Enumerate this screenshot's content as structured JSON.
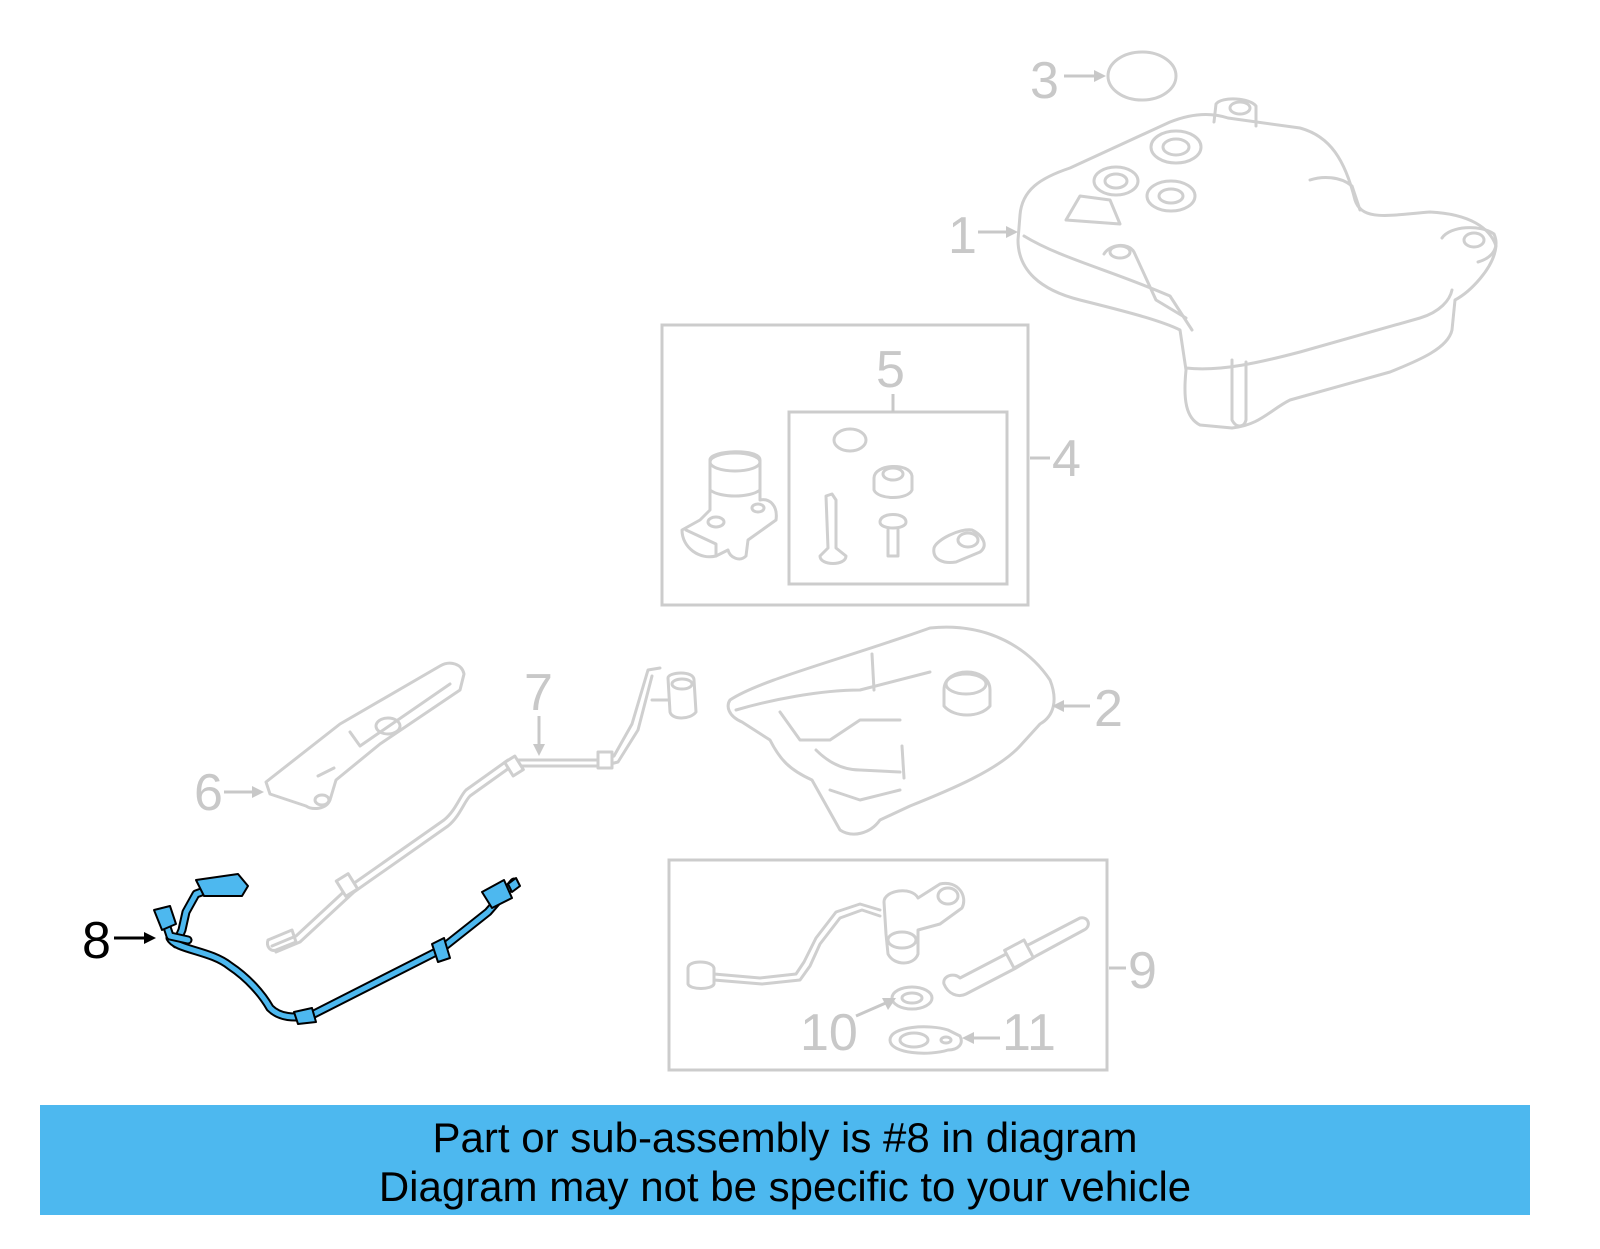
{
  "callouts": {
    "c1": "1",
    "c2": "2",
    "c3": "3",
    "c4": "4",
    "c5": "5",
    "c6": "6",
    "c7": "7",
    "c8": "8",
    "c9": "9",
    "c10": "10",
    "c11": "11"
  },
  "highlighted_part": "8",
  "banner": {
    "line1": "Part or sub-assembly is #8 in diagram",
    "line2": "Diagram may not be specific to your vehicle"
  },
  "colors": {
    "banner_background": "#4db8ef",
    "highlight": "#4db8ef",
    "ghost_parts": "#cfcfcf",
    "active_callout": "#000000"
  }
}
